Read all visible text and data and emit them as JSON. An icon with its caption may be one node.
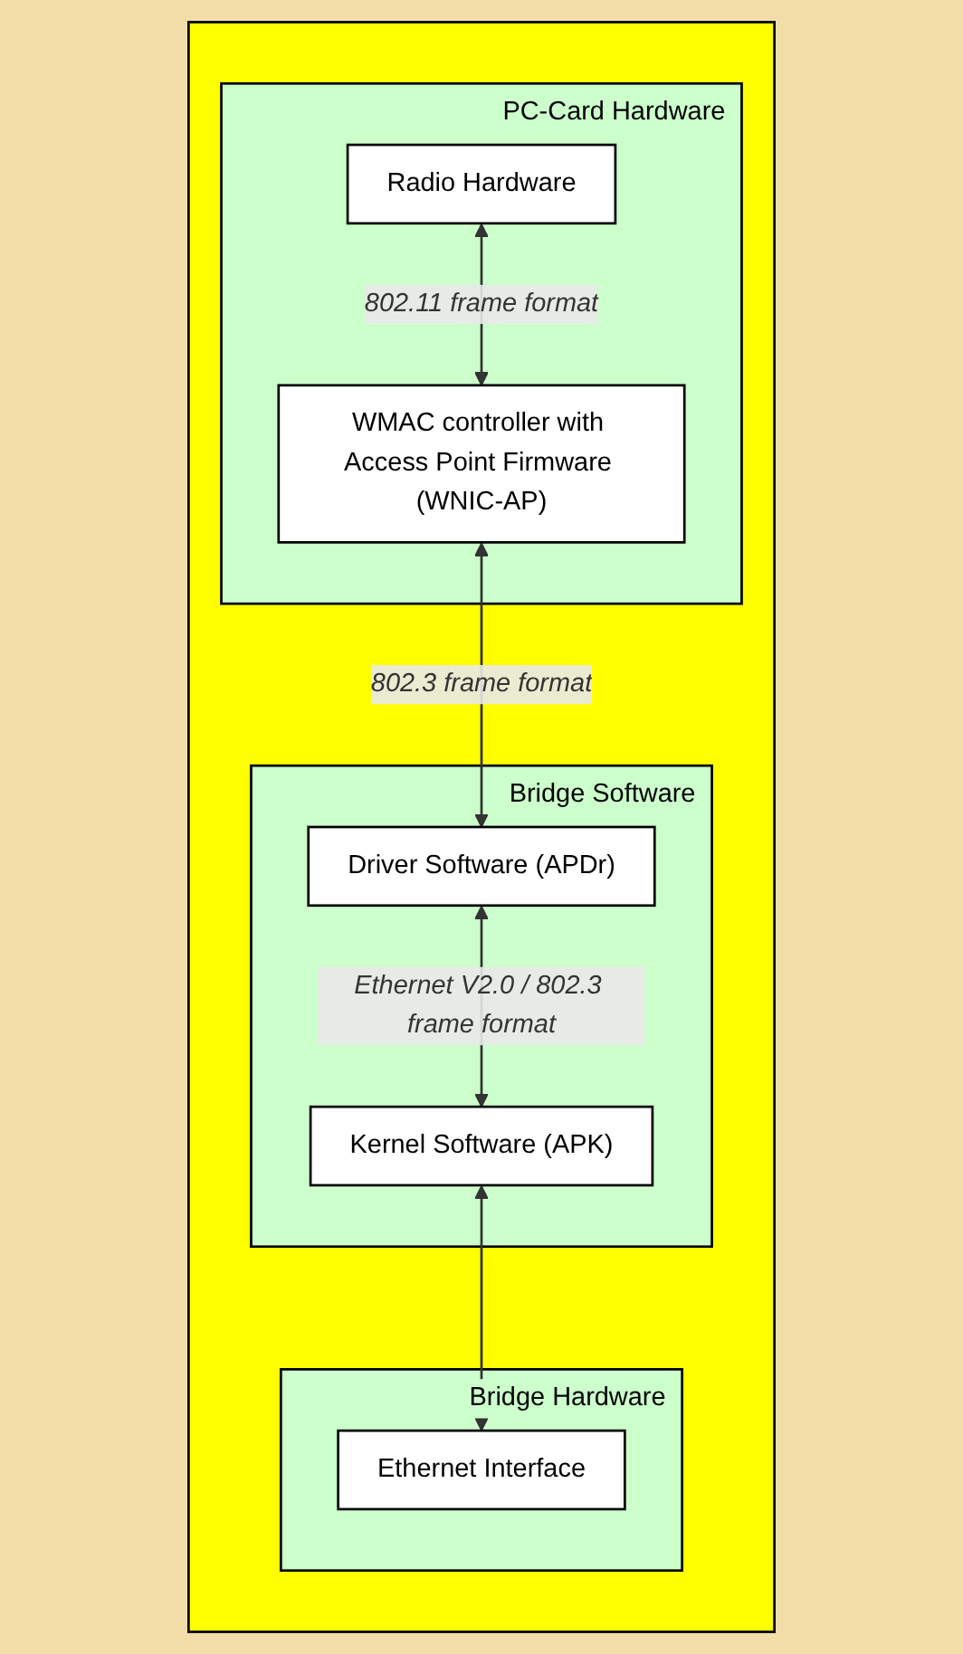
{
  "diagram": {
    "nodes": [
      {
        "text": [],
        "shape": "box"
      },
      {
        "text": [
          "PC-Card Hardware"
        ],
        "in": 0
      },
      {
        "text": [
          "Radio Hardware"
        ],
        "in": 1
      },
      {
        "text": [
          "WMAC controller with Access Point Firmware (WNIC-AP)"
        ],
        "in": 1
      },
      {
        "text": [
          "Bridge Software"
        ],
        "in": 0
      },
      {
        "text": [
          "Driver Software (APDr)"
        ],
        "in": 4
      },
      {
        "text": [
          "Kernel Software (APK)"
        ],
        "in": 4
      },
      {
        "text": [
          "Bridge Hardware"
        ],
        "in": 0
      },
      {
        "text": [
          "Ethernet Interface"
        ],
        "in": 7
      }
    ],
    "edges": [
      {
        "from": 2,
        "to": 3,
        "arrow": "both",
        "label": "802.11 frame format"
      },
      {
        "from": 3,
        "to": 5,
        "arrow": "both",
        "label": "802.3 frame format"
      },
      {
        "from": 5,
        "to": 6,
        "arrow": "both",
        "label": "Ethernet V2.0 / 802.3 frame format"
      },
      {
        "from": 6,
        "to": 8,
        "arrow": "both"
      }
    ]
  }
}
